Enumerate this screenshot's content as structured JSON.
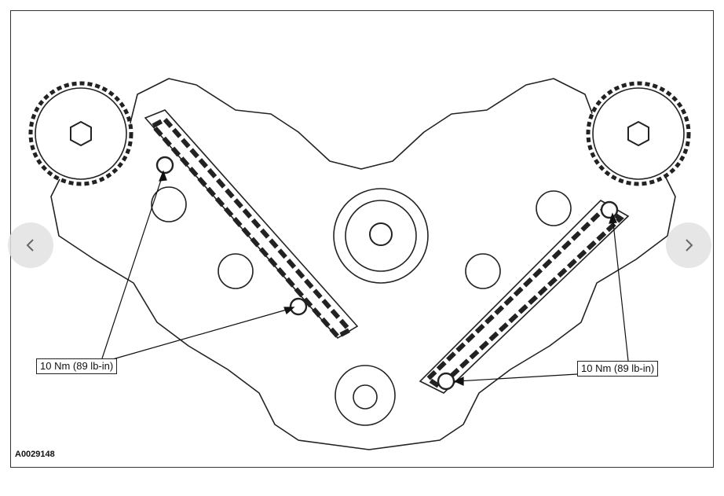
{
  "callouts": {
    "left": "10 Nm (89 lb-in)",
    "right": "10 Nm (89 lb-in)"
  },
  "figure_id": "A0029148",
  "navigation": {
    "prev_icon": "chevron-left-icon",
    "next_icon": "chevron-right-icon"
  },
  "colors": {
    "line": "#222222",
    "nav_bg": "#e2e2e2",
    "nav_arrow": "#666666"
  }
}
